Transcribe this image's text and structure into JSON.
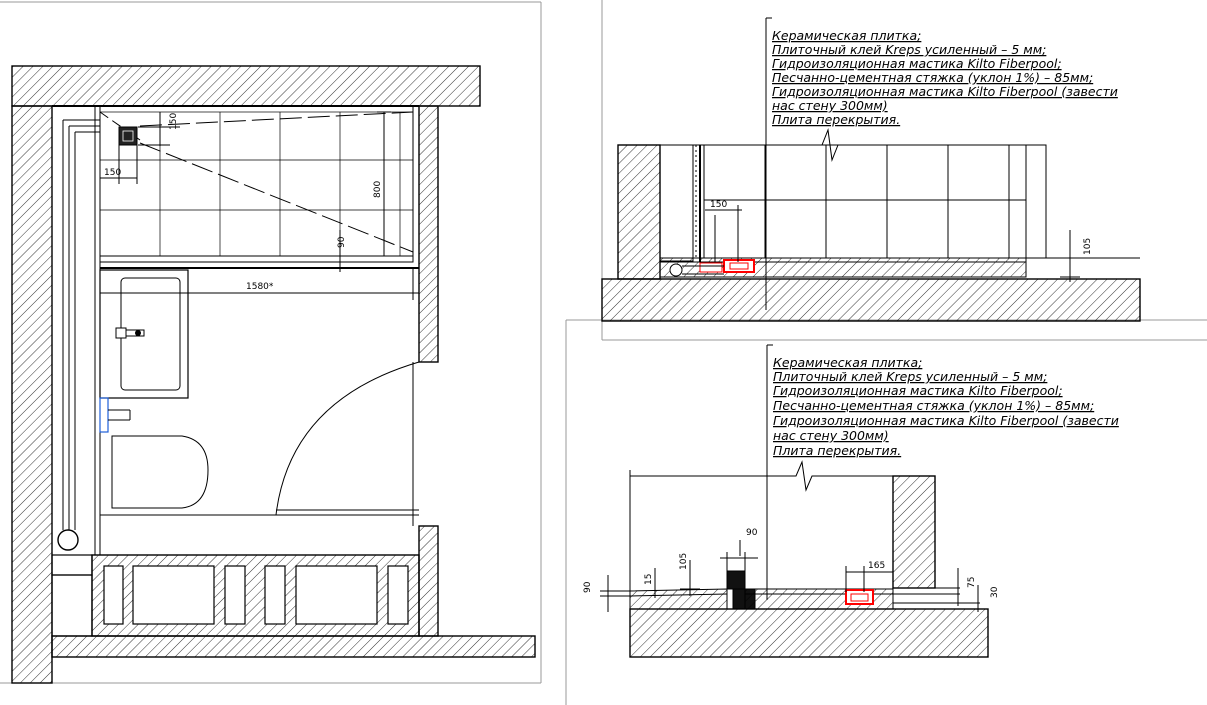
{
  "layer_notes": {
    "top": [
      "Керамическая плитка;",
      "Плиточный клей Kreps усиленный – 5 мм;",
      "Гидроизоляционная мастика Kilto Fiberpool;",
      "Песчанно-цементная стяжка (уклон 1%) – 85мм;",
      "Гидроизоляционная мастика Kilto Fiberpool (завести",
      "нас стену 300мм)",
      "Плита перекрытия."
    ],
    "bottom": [
      "Керамическая плитка;",
      "Плиточный клей Kreps усиленный – 5 мм;",
      "Гидроизоляционная мастика Kilto Fiberpool;",
      "Песчанно-цементная стяжка (уклон 1%) – 85мм;",
      "Гидроизоляционная мастика Kilto Fiberpool (завести",
      "нас стену 300мм)",
      "Плита перекрытия."
    ]
  },
  "dims": {
    "plan_150_v": "150",
    "plan_150_h": "150",
    "plan_800": "800",
    "plan_90": "90",
    "plan_1580": "1580*",
    "top_150": "150",
    "top_105": "105",
    "bot_90_top": "90",
    "bot_105": "105",
    "bot_15": "15",
    "bot_90_left": "90",
    "bot_165": "165",
    "bot_75": "75",
    "bot_30": "30"
  },
  "colors": {
    "line": "#000000",
    "drain_red": "#ff0000",
    "fixture_blue": "#1e5fd8"
  }
}
